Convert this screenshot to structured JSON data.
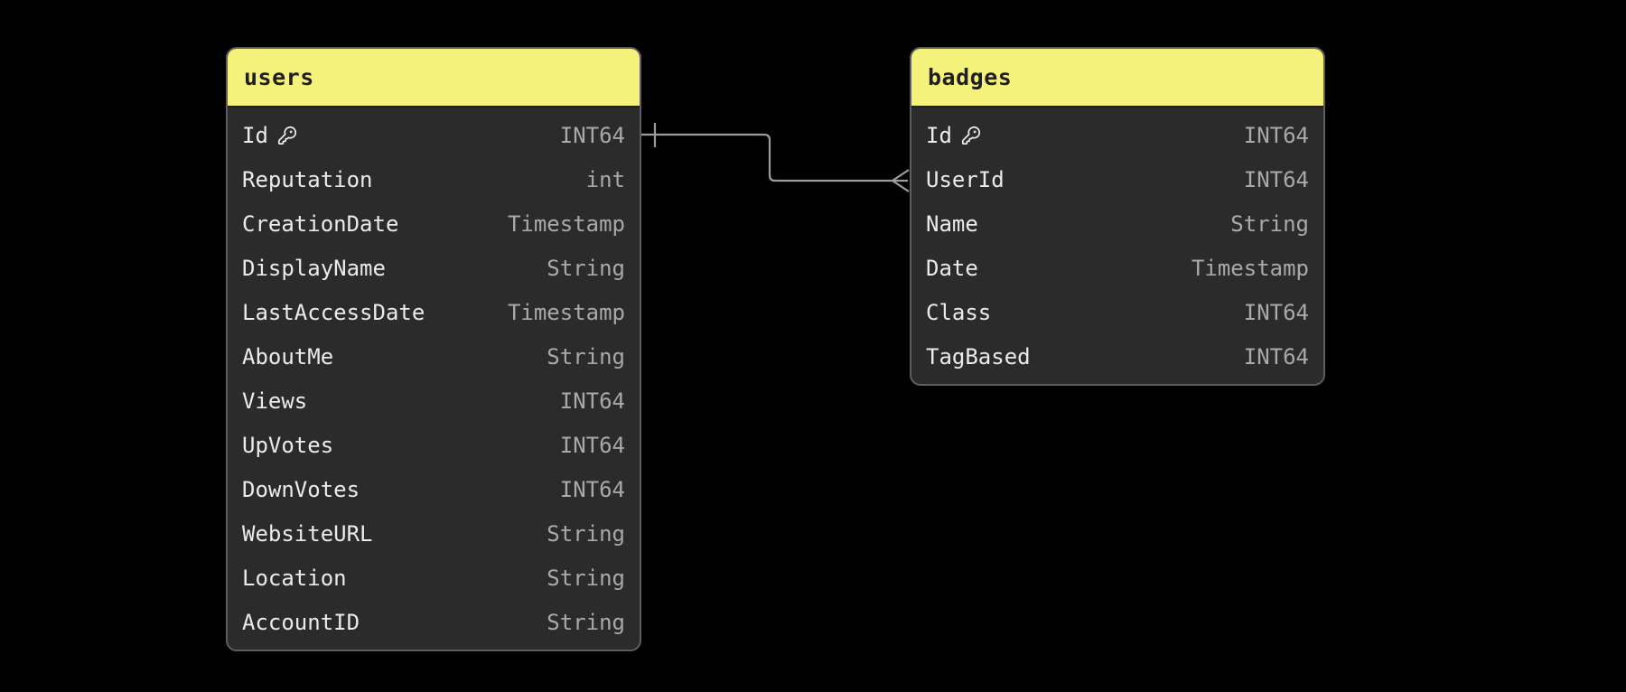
{
  "diagram": {
    "tables": [
      {
        "name": "users",
        "fields": [
          {
            "name": "Id",
            "type": "INT64",
            "primary_key": true
          },
          {
            "name": "Reputation",
            "type": "int"
          },
          {
            "name": "CreationDate",
            "type": "Timestamp"
          },
          {
            "name": "DisplayName",
            "type": "String"
          },
          {
            "name": "LastAccessDate",
            "type": "Timestamp"
          },
          {
            "name": "AboutMe",
            "type": "String"
          },
          {
            "name": "Views",
            "type": "INT64"
          },
          {
            "name": "UpVotes",
            "type": "INT64"
          },
          {
            "name": "DownVotes",
            "type": "INT64"
          },
          {
            "name": "WebsiteURL",
            "type": "String"
          },
          {
            "name": "Location",
            "type": "String"
          },
          {
            "name": "AccountID",
            "type": "String"
          }
        ]
      },
      {
        "name": "badges",
        "fields": [
          {
            "name": "Id",
            "type": "INT64",
            "primary_key": true
          },
          {
            "name": "UserId",
            "type": "INT64"
          },
          {
            "name": "Name",
            "type": "String"
          },
          {
            "name": "Date",
            "type": "Timestamp"
          },
          {
            "name": "Class",
            "type": "INT64"
          },
          {
            "name": "TagBased",
            "type": "INT64"
          }
        ]
      }
    ],
    "relationship": {
      "from_table": "users",
      "from_field": "Id",
      "from_cardinality": "one",
      "to_table": "badges",
      "to_field": "UserId",
      "to_cardinality": "many"
    },
    "colors": {
      "canvas_background": "#000000",
      "table_header": "#f5f27b",
      "table_header_text": "#1f1f1f",
      "table_body": "#2b2b2b",
      "table_border": "#5c5d5f",
      "field_name_text": "#ebebeb",
      "field_type_text": "#a9a9a9",
      "connector": "#9c9c9c"
    }
  }
}
